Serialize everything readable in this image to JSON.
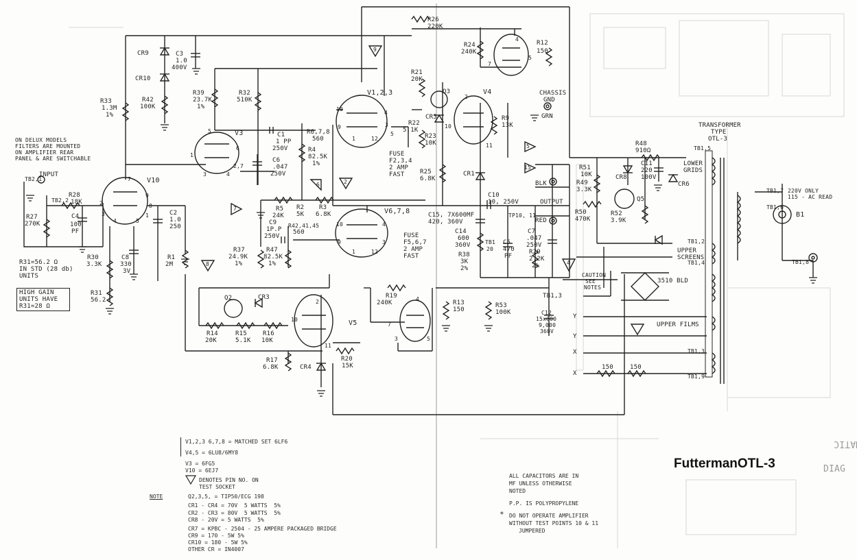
{
  "title": "FuttermanOTL-3",
  "background_sheet_text": [
    "SCHEMATIC",
    "DIAG"
  ],
  "left_notes": {
    "delux": [
      "ON DELUX MODELS",
      "FILTERS ARE MOUNTED",
      "ON AMPLIFIER REAR",
      "PANEL & ARE SWITCHABLE"
    ],
    "input": "INPUT",
    "std_units": [
      "R31=56.2 Ω",
      "IN STD (28 db)",
      "UNITS"
    ],
    "high_gain": [
      "HIGH GAIN",
      "UNITS HAVE",
      "R31=28 Ω"
    ]
  },
  "components": {
    "cr9": "CR9",
    "cr10": "CR10",
    "c3": [
      "C3",
      "1.0",
      "400V"
    ],
    "r33": [
      "R33",
      "1.3M",
      "1%"
    ],
    "r42": [
      "R42",
      "100K"
    ],
    "r39": [
      "R39",
      "23.7K",
      "1%"
    ],
    "r32": [
      "R32",
      "510K"
    ],
    "c1": [
      "C1",
      "1 PP",
      "250V"
    ],
    "r678": [
      "R6,7,8",
      "560"
    ],
    "r4": [
      "R4",
      "82.5K",
      "1%"
    ],
    "c6": [
      "C6",
      ".047",
      "250V"
    ],
    "tb21": "TB2,1",
    "tb22": "TB2,2",
    "r28": [
      "R28",
      "18K"
    ],
    "r27": [
      "R27",
      "270K"
    ],
    "c4": [
      "C4",
      "100",
      "PF"
    ],
    "r5": [
      "R5",
      "24K"
    ],
    "r2": [
      "R2",
      "5K"
    ],
    "r3": [
      "R3",
      "6.8K"
    ],
    "c9": [
      "C9",
      "1P.P",
      "250V"
    ],
    "r424345": [
      "R42,41,45",
      "560"
    ],
    "r37": [
      "R37",
      "24.9K",
      "1%"
    ],
    "r47": [
      "R47",
      "82.5K",
      "1%"
    ],
    "r30": [
      "R30",
      "3.3K"
    ],
    "c8": [
      "C8",
      "330",
      "3V"
    ],
    "c2": [
      "C2",
      "1.0",
      "250"
    ],
    "r1": [
      "R1",
      "2M"
    ],
    "r31": [
      "R31",
      "56.2"
    ],
    "q2": "Q2",
    "cr3": "CR3",
    "r14": [
      "R14",
      "20K"
    ],
    "r15": [
      "R15",
      "5.1K"
    ],
    "r16": [
      "R16",
      "10K"
    ],
    "r17": [
      "R17",
      "6.8K"
    ],
    "cr4": "CR4",
    "r20": [
      "R20",
      "15K"
    ],
    "r26": [
      "R26",
      "220K"
    ],
    "r24": [
      "R24",
      "240K"
    ],
    "r12": [
      "R12",
      "150"
    ],
    "r21": [
      "R21",
      "20K"
    ],
    "q3": "Q3",
    "r22": [
      "R22",
      "5.1K"
    ],
    "cr5": "CR5",
    "r23": [
      "R23",
      "10K"
    ],
    "r25": [
      "R25",
      "6.8K"
    ],
    "cr1": "CR1",
    "r9": [
      "R9",
      "13K"
    ],
    "fuse234": [
      "FUSE",
      "F2,3,4",
      "2 AMP",
      "FAST"
    ],
    "fuse567": [
      "FUSE",
      "F5,6,7",
      "2 AMP",
      "FAST"
    ],
    "c15": [
      "C15, 7X600MF",
      "420, 360V"
    ],
    "c10": [
      "C10",
      "10, 250V"
    ],
    "c14": [
      "C14",
      "600",
      "360V"
    ],
    "tb1": [
      "TB1",
      "20"
    ],
    "c5": [
      "C5",
      "470",
      "PF"
    ],
    "r38": [
      "R38",
      "3K",
      "2%"
    ],
    "c7": [
      "C7",
      ".047",
      "250V"
    ],
    "r29": [
      "R29",
      "2.2K",
      "2%"
    ],
    "r19": [
      "R19",
      "240K"
    ],
    "r13": [
      "R13",
      "150"
    ],
    "r53": [
      "R53",
      "100K"
    ],
    "c12": [
      "C12",
      "15x600",
      "9,000",
      "360V"
    ],
    "tb13": "TB1,3",
    "r51": [
      "R51",
      "10K"
    ],
    "r49": [
      "R49",
      "3.3K"
    ],
    "r50": [
      "R50",
      "470K"
    ],
    "r48": [
      "R48",
      "910Ω"
    ],
    "c11": [
      "C11",
      "220",
      "100V"
    ],
    "cr8": "CR8",
    "q5": "Q5",
    "r52": [
      "R52",
      "3.9K"
    ],
    "cr6": "CR6"
  },
  "tubes": {
    "v10": "V10",
    "v3": "V3",
    "v123": "V1,2,3",
    "v4": "V4",
    "v678": "V6,7,8",
    "v5": "V5"
  },
  "pins": {
    "v10_top": "7",
    "v10_9": "9",
    "v10_2": "2",
    "v10_8": "8",
    "v10_3": "3",
    "v10_4": "4",
    "v10_5": "5",
    "v10_1": "1",
    "v3_5": "5",
    "v3_6": "6",
    "v3_1": "1",
    "v3_27": "2,7",
    "v3_3": "3",
    "v3_4": "4",
    "v1_10": "10",
    "v1_4": "4",
    "v1_3": "3",
    "v1_1": "1",
    "v1_12": "12",
    "v1_9": "9",
    "v1_5": "5",
    "v6_10": "10",
    "v6_9": "9",
    "v6_4": "4",
    "v6_3": "3",
    "v6_1": "1",
    "v6_12": "12",
    "v4_2": "2",
    "v4_7": "7",
    "v4_10": "10",
    "v4_11": "11",
    "v4_4": "4",
    "v4_5": "5",
    "v5_2": "2",
    "v5_10": "10",
    "v5_11": "11",
    "q4_4": "4",
    "q4_7": "7",
    "q4_3": "3",
    "q4_5": "5"
  },
  "test_points": {
    "t9": "9",
    "t7a": "7",
    "t6": "6",
    "t2": "2",
    "t8": "8",
    "t5": "5",
    "t15": "15",
    "t4": "4"
  },
  "outputs": {
    "chassis_gnd": [
      "CHASSIS",
      "GND"
    ],
    "grn": "GRN",
    "blk": "BLK",
    "output": "OUTPUT",
    "red": "RED",
    "tp1011": "TP10, 11",
    "caution": [
      "CAUTION",
      "SEE",
      "NOTES"
    ]
  },
  "transformer": {
    "type": [
      "TRANSFORMER",
      "TYPE",
      "OTL-3"
    ],
    "lower_grids": [
      "LOWER",
      "GRIDS"
    ],
    "upper_screens": [
      "UPPER",
      "SCREENS"
    ],
    "upper_fil": "UPPER FILMS",
    "bridge": "3510 BLD",
    "y1": "Y",
    "y2": "Y",
    "x1": "X",
    "x2": "X",
    "r_bot1": "150",
    "r_bot2": "150",
    "mains": [
      "220V ONLY",
      "115 - AC READ"
    ],
    "b1": "B1",
    "tb_labels": [
      "TB1,5",
      "TB1,7",
      "TB1,2",
      "TB1,4",
      "TB1,3",
      "TB1,6",
      "TB1,9",
      "TB1,8"
    ]
  },
  "notes": {
    "note_label": "NOTE",
    "tube_lines": [
      "V1,2,3 6,7,8 = MATCHED SET 6LF6",
      "V4,5 = 6LU8/6MY8",
      "V3 = 6FG5",
      "V10 = 6EJ7"
    ],
    "denotes": [
      "DENOTES PIN NO. ON",
      "TEST SOCKET"
    ],
    "device_lines": [
      "Q2,3,5, = TIP50/ECG 198",
      "CR1 - CR4 = 70V  5 WATTS  5%",
      "CR2 - CR3 = 80V  5 WATTS  5%",
      "CR8 - 20V = 5 WATTS  5%",
      "CR7 = KPBC - 2504 - 25 AMPERE PACKAGED BRIDGE",
      "CR9 = 170 - 5W 5%",
      "CR10 = 180 - 5W 5%",
      "OTHER CR = IN4007"
    ],
    "right_notes": [
      "ALL CAPACITORS ARE IN",
      "MF UNLESS OTHERWISE",
      "NOTED",
      "",
      "P.P. IS POLYPROPYLENE",
      "",
      "DO NOT OPERATE AMPLIFIER",
      "WITHOUT TEST POINTS 10 & 11",
      "JUMPERED"
    ],
    "asterisk": "*"
  }
}
